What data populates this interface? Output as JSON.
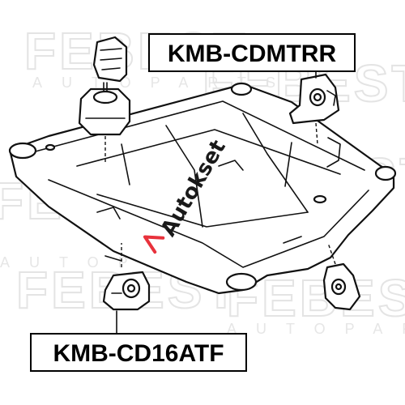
{
  "watermark": {
    "name": "FEBEST",
    "subtitle": "AUTOPARTS"
  },
  "stamp_brand": {
    "text": "Autokset",
    "colors": {
      "accent": "#e8323c",
      "text": "#1a1a1a"
    }
  },
  "parts": [
    {
      "part_number": "KMB-CDMTRR"
    },
    {
      "part_number": "KMB-CD16ATF"
    }
  ],
  "colors": {
    "line": "#111111",
    "watermark": "#e4e4e4",
    "label_border": "#000000"
  }
}
